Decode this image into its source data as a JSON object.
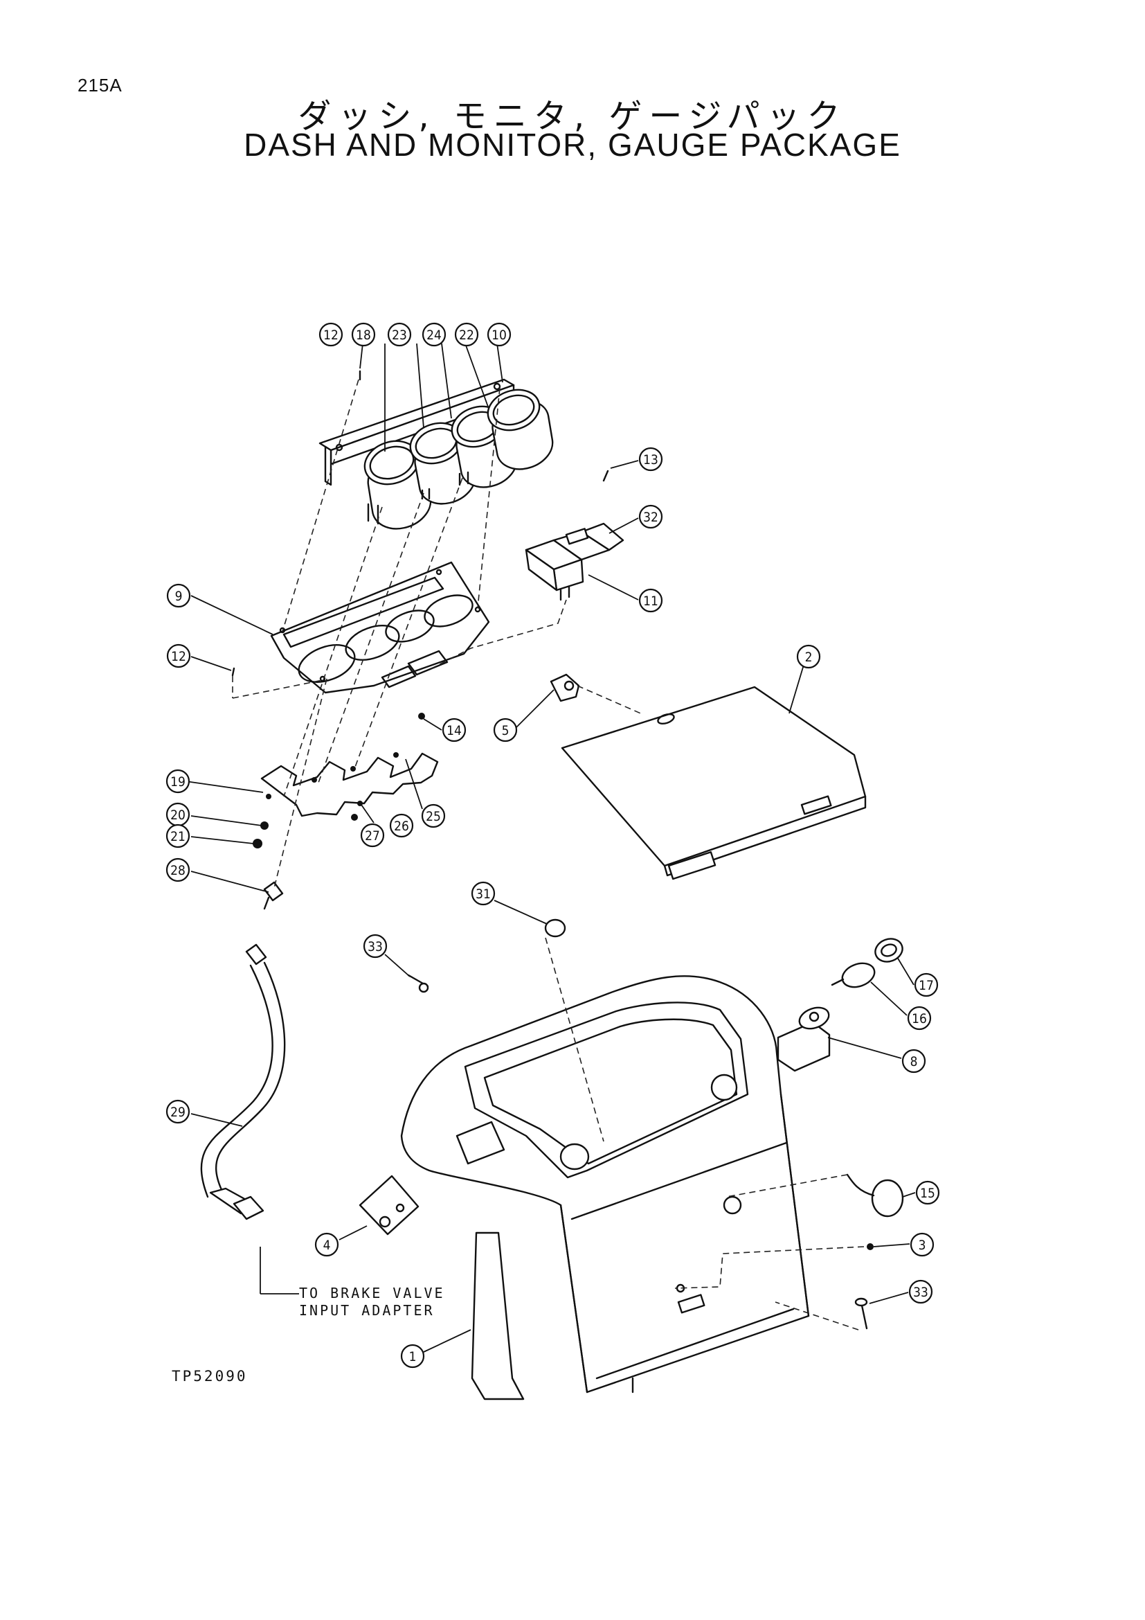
{
  "page_number": "215A",
  "title_jp": "ダッシ, モニタ, ゲージパック",
  "title_en": "DASH AND MONITOR, GAUGE PACKAGE",
  "drawing_id": "TP52090",
  "note_line1": "TO BRAKE VALVE",
  "note_line2": "INPUT ADAPTER",
  "callouts": [
    {
      "id": "c12a",
      "label": "12"
    },
    {
      "id": "c18",
      "label": "18"
    },
    {
      "id": "c23",
      "label": "23"
    },
    {
      "id": "c24",
      "label": "24"
    },
    {
      "id": "c22",
      "label": "22"
    },
    {
      "id": "c10",
      "label": "10"
    },
    {
      "id": "c13",
      "label": "13"
    },
    {
      "id": "c32",
      "label": "32"
    },
    {
      "id": "c11",
      "label": "11"
    },
    {
      "id": "c9",
      "label": "9"
    },
    {
      "id": "c12b",
      "label": "12"
    },
    {
      "id": "c2",
      "label": "2"
    },
    {
      "id": "c5",
      "label": "5"
    },
    {
      "id": "c14",
      "label": "14"
    },
    {
      "id": "c19",
      "label": "19"
    },
    {
      "id": "c20",
      "label": "20"
    },
    {
      "id": "c21",
      "label": "21"
    },
    {
      "id": "c28",
      "label": "28"
    },
    {
      "id": "c25",
      "label": "25"
    },
    {
      "id": "c26",
      "label": "26"
    },
    {
      "id": "c27",
      "label": "27"
    },
    {
      "id": "c31",
      "label": "31"
    },
    {
      "id": "c33a",
      "label": "33"
    },
    {
      "id": "c17",
      "label": "17"
    },
    {
      "id": "c16",
      "label": "16"
    },
    {
      "id": "c8",
      "label": "8"
    },
    {
      "id": "c29",
      "label": "29"
    },
    {
      "id": "c15",
      "label": "15"
    },
    {
      "id": "c4",
      "label": "4"
    },
    {
      "id": "c3",
      "label": "3"
    },
    {
      "id": "c33b",
      "label": "33"
    },
    {
      "id": "c1",
      "label": "1"
    }
  ]
}
